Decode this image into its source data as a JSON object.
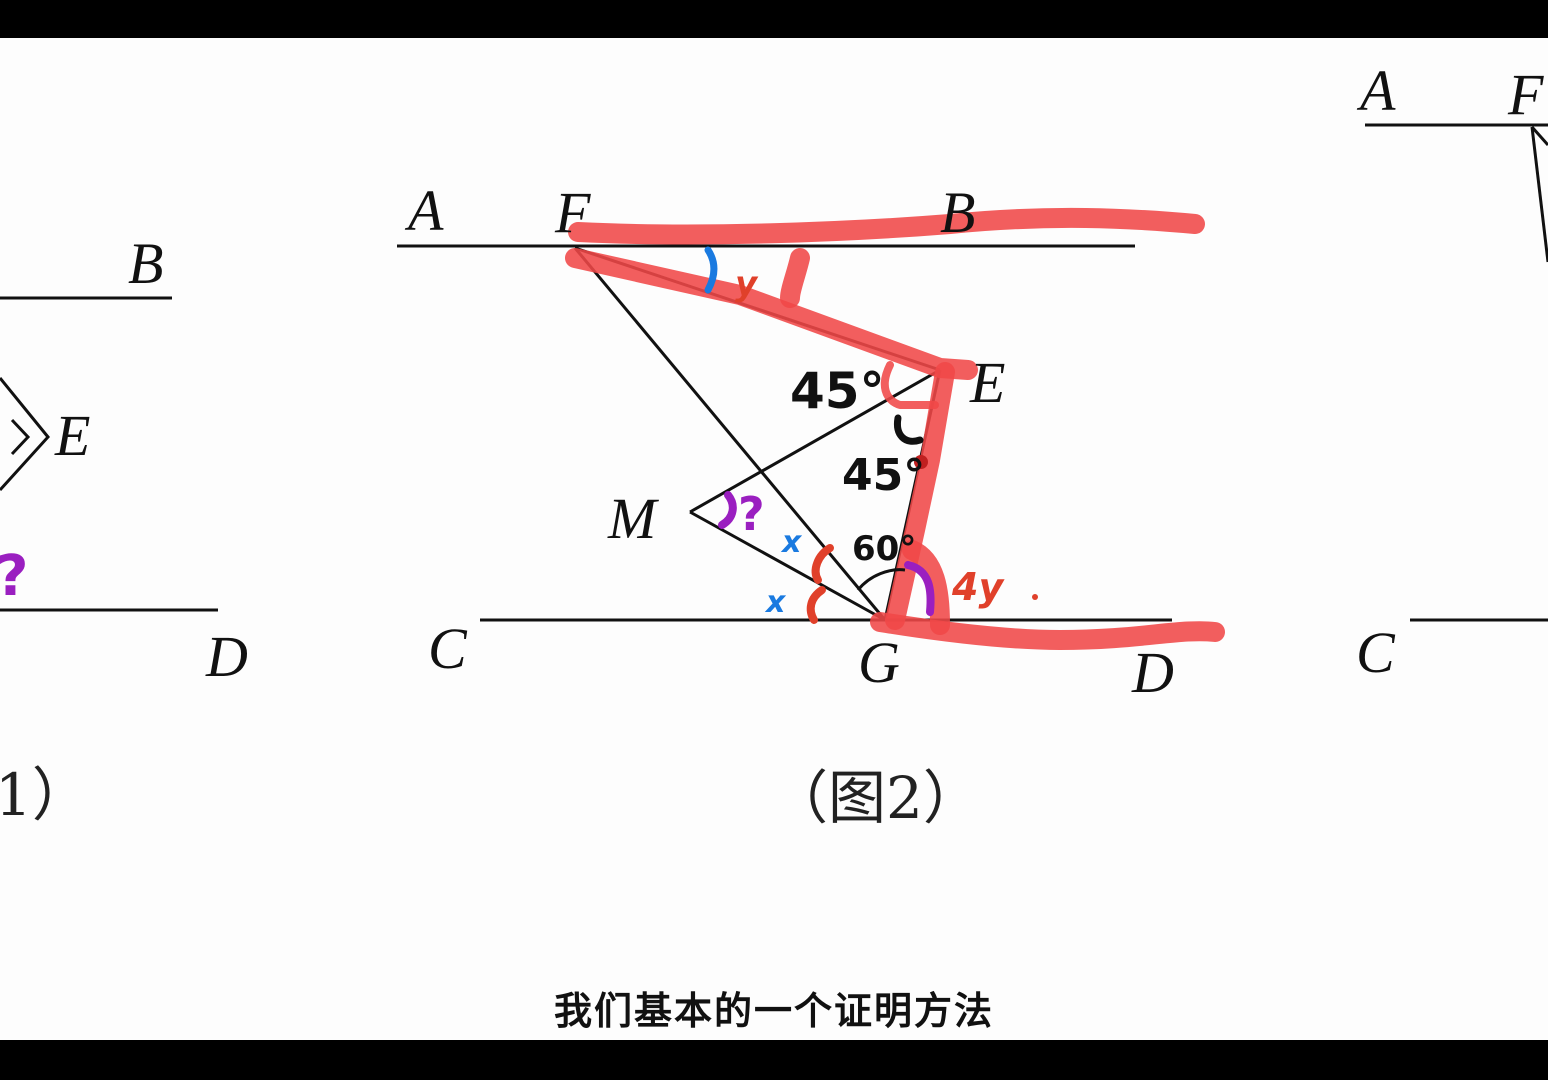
{
  "figure_left": {
    "labels": {
      "B": "B",
      "E": "E",
      "D": "D"
    },
    "caption": "1）",
    "mark": "?"
  },
  "figure_main": {
    "labels": {
      "A": "A",
      "F": "F",
      "B": "B",
      "E": "E",
      "M": "M",
      "C": "C",
      "G": "G",
      "D": "D"
    },
    "caption": "（图2）",
    "annotations": {
      "angle_y": "y",
      "angle_45_top": "45°",
      "angle_45_mid": "45°",
      "angle_60": "60°",
      "angle_4y": "4y",
      "angle_x_top": "x",
      "angle_x_bottom": "x",
      "unknown": "?"
    }
  },
  "figure_right": {
    "labels": {
      "A": "A",
      "F": "F",
      "C": "C"
    }
  },
  "subtitle": "我们基本的一个证明方法",
  "colors": {
    "highlight": "#f04848",
    "blue": "#1a7ae0",
    "purple": "#9a1fc0",
    "ink": "#111111"
  }
}
